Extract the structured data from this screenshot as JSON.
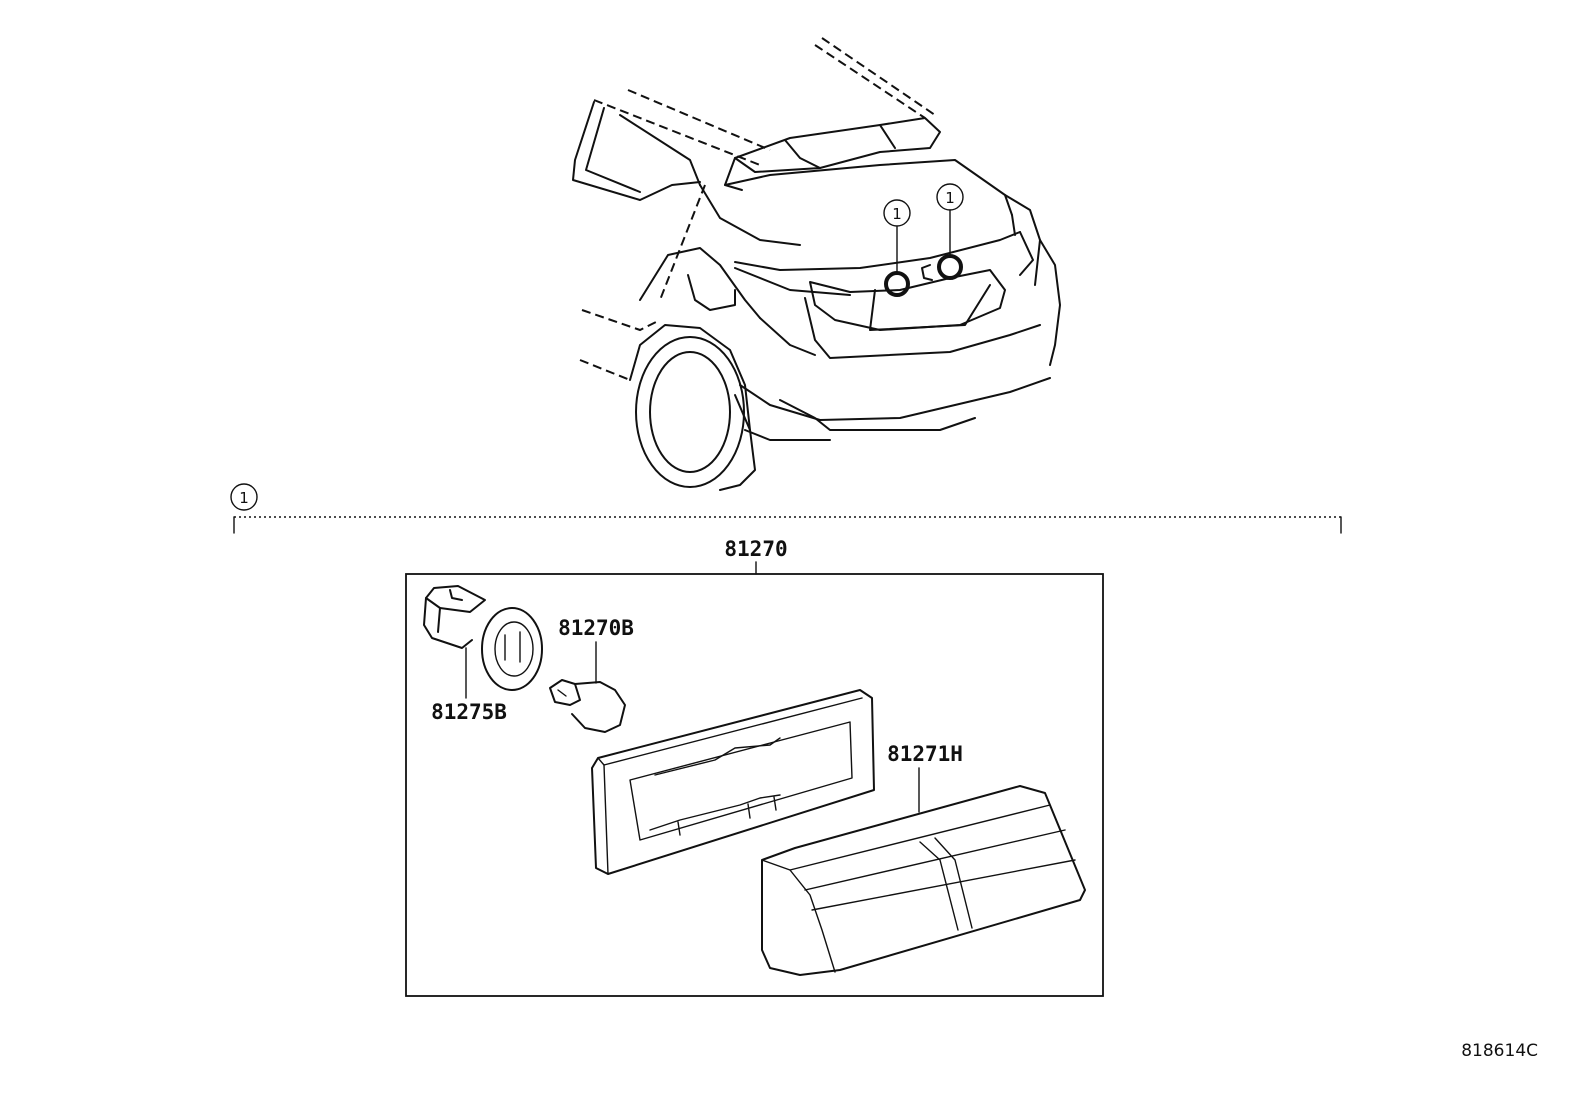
{
  "callouts": {
    "ref_marker": "1"
  },
  "assembly": {
    "part_number": "81270"
  },
  "parts": {
    "socket": "81275B",
    "bulb": "81270B",
    "lens": "81271H"
  },
  "diagram_code": "818614C"
}
